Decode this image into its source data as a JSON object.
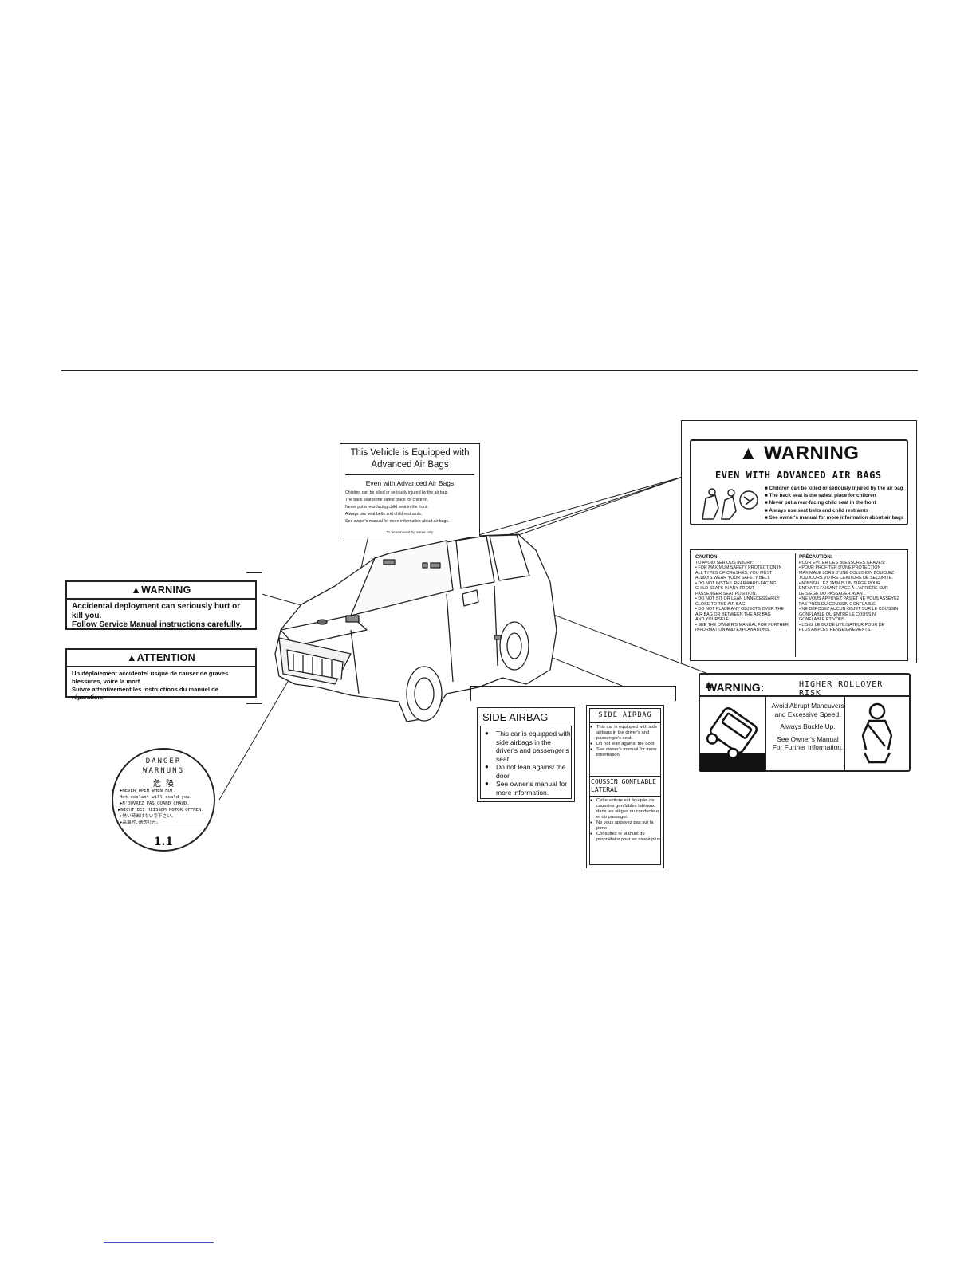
{
  "advanced_label": {
    "title_line1": "This Vehicle is Equipped with",
    "title_line2": "Advanced Air Bags",
    "subtitle": "Even with Advanced Air Bags",
    "lines": [
      "Children can be killed or seriously injured by the air bag.",
      "The back seat is the safest place for children.",
      "Never put a rear-facing child seat in the front.",
      "Always use seat belts and child restraints.",
      "See owner's manual for more information about air bags."
    ],
    "footer": "To be removed by owner only"
  },
  "warning_label": {
    "title": "WARNING",
    "line1": "Accidental deployment can seriously hurt or kill you.",
    "line2": "Follow Service Manual instructions carefully."
  },
  "attention_label": {
    "title": "ATTENTION",
    "line1": "Un déploiement accidentel risque de causer de graves blessures, voire la mort.",
    "line2": "Suivre attentivement les instructions du manuel de réparation."
  },
  "big_warning": {
    "title": "WARNING",
    "subtitle": "EVEN WITH ADVANCED AIR BAGS",
    "items": [
      "Children can be killed or seriously injured by the air bag",
      "The back seat is the safest place for children",
      "Never put a rear-facing child seat in the front",
      "Always use seat belts and child restraints",
      "See owner's manual for more information about air bags"
    ]
  },
  "caution_label": {
    "en_head": "CAUTION:",
    "en_sub": "TO AVOID SERIOUS INJURY:",
    "en_items": [
      "• FOR MAXIMUM SAFETY PROTECTION IN",
      "  ALL TYPES OF CRASHES, YOU MUST",
      "  ALWAYS WEAR YOUR SAFETY BELT.",
      "• DO NOT INSTALL REARWARD-FACING",
      "  CHILD SEATS IN ANY FRONT",
      "  PASSENGER SEAT POSITION.",
      "• DO NOT SIT OR LEAN UNNECESSARILY",
      "  CLOSE TO THE AIR BAG.",
      "• DO NOT PLACE ANY OBJECTS OVER THE",
      "  AIR BAG OR BETWEEN THE AIR BAG",
      "  AND YOURSELF.",
      "• SEE THE OWNER'S MANUAL FOR FURTHER",
      "  INFORMATION AND EXPLANATIONS."
    ],
    "fr_head": "PRÉCAUTION:",
    "fr_sub": "POUR EVITER DES BLESSURES GRAVES:",
    "fr_items": [
      "• POUR PROFITER D'UNE PROTECTION",
      "  MAXIMALE LORS D'UNE COLLISION BOUCLEZ",
      "  TOUJOURS VOTRE CEINTURE DE SECURITE.",
      "• N'INSTALLEZ JAMAIS UN SIÈGE POUR",
      "  ENFANTS FAISANT FACE À L'ARRIÈRE SUR",
      "  LE SIÈGE DU PASSAGER AVANT.",
      "• NE VOUS APPUYEZ PAS ET NE VOUS ASSEYEZ",
      "  PAS PRÈS DU COUSSIN GONFLABLE.",
      "• NE DÉPOSEZ AUCUN OBJET SUR LE COUSSIN",
      "  GONFLABLE OU ENTRE LE COUSSIN",
      "  GONFLABLE ET VOUS.",
      "• LISEZ LE GUIDE UTILISATEUR POUR DE",
      "  PLUS AMPLES RENSEIGNEMENTS."
    ]
  },
  "rollover_label": {
    "title": "WARNING:",
    "risk": "HIGHER ROLLOVER RISK",
    "line1": "Avoid Abrupt Maneuvers",
    "line2": "and Excessive Speed.",
    "line3": "Always Buckle Up.",
    "line4": "See Owner's Manual",
    "line5": "For Further Information."
  },
  "side_airbag_large": {
    "title": "SIDE AIRBAG",
    "items": [
      "This car is equipped with side airbags in the driver's and passenger's seat.",
      "Do not lean against the door.",
      "See owner's manual for more information."
    ]
  },
  "side_airbag_small": {
    "title": "SIDE AIRBAG",
    "items": [
      "This car is equipped with side airbags in the driver's and passenger's seat.",
      "Do not lean against the door.",
      "See owner's manual for more information."
    ],
    "fr_title_1": "COUSSIN  GONFLABLE",
    "fr_title_2": "LATERAL",
    "fr_items": [
      "Cette voiture est équipée de coussins gonflables latéraux dans les sièges du conducteur et du passager.",
      "Ne vous appuyez pas sur la porte.",
      "Consultez le Manuel du propriétaire pour en savoir plus."
    ]
  },
  "danger_cap": {
    "l1": "DANGER",
    "l2": "WARNUNG",
    "l3": "危  険",
    "s1": "▶NEVER OPEN WHEN HOT.",
    "s2": "  Hot coolant will scald you.",
    "s3": "▶N'OUVREZ PAS QUAND CHAUD.",
    "s4": "▶NICHT BEI HEISSEM MOTOR OFFNEN.",
    "s5": "  ▶熱い時あけないで下さい。",
    "s6": "    ▶高温时,请勿打开。",
    "number": "1.1"
  }
}
